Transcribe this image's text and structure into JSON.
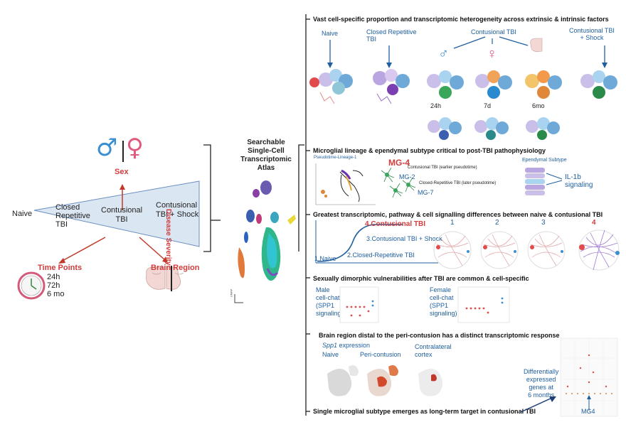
{
  "left": {
    "sex_label": "Sex",
    "sex_male_symbol": "♂",
    "sex_female_symbol": "♀",
    "severity": {
      "naive": "Naive",
      "closed_repetitive": "Closed\nRepetitive\nTBI",
      "contusional": "Contusional\nTBI",
      "contusional_shock": "Contusional\nTBI + Shock",
      "axis_label": "Disease Severity"
    },
    "time_points": {
      "title": "Time Points",
      "values": [
        "24h",
        "72h",
        "6 mo"
      ]
    },
    "brain_region": {
      "title": "Brain Region"
    }
  },
  "atlas": {
    "title_lines": [
      "Searchable",
      "Single-Cell",
      "Transcriptomic",
      "Atlas"
    ],
    "umap_label": "UMAP"
  },
  "colors": {
    "accent_red": "#d23c3c",
    "accent_blue": "#1f5fa0",
    "severity_wedge": "#dbe6f3"
  },
  "sections": {
    "s1": {
      "title": "Vast cell-specific proportion and transcriptomic heterogeneity across extrinsic & intrinsic factors",
      "labels": [
        "Naive",
        "Closed Repetitive\nTBI",
        "Contusional TBI",
        "Contusional TBI\n+ Shock"
      ],
      "times": [
        "24h",
        "7d",
        "6mo"
      ]
    },
    "s2": {
      "title": "Microglial lineage & ependymal subtype critical to post-TBI pathophysiology",
      "pseudotime": "Pseudotime-Lineage-1",
      "mg4": "MG-4",
      "mg4_note": "Contusional TBI (earlier pseudotime)",
      "mg2": "MG-2",
      "mg2_note": "Closed-Repetitive TBI (later pseudotime)",
      "mg7": "MG-7",
      "ependymal": "Ependymal Subtype",
      "il1b": "IL-1b\nsignaling"
    },
    "s3": {
      "title": "Greatest transcriptomic, pathway & cell signalling differences  between naive & contusional TBI",
      "steps": [
        "4.Contusional TBI",
        "3.Contusional TBI + Shock",
        "2.Closed-Repetitive TBI",
        "1.Naive"
      ],
      "panel_numbers": [
        "1",
        "2",
        "3",
        "4"
      ]
    },
    "s4": {
      "title": "Sexually dimorphic vulnerabilities after TBI are common & cell-specific",
      "male": "Male\ncell-chat\n(SPP1\nsignaling)",
      "female": "Female\ncell-chat\n(SPP1\nsignaling)"
    },
    "s5": {
      "title": "Brain region distal to the peri-contusion has a distinct transcriptomic response",
      "spp1": "Spp1",
      "spp1_suffix": " expression",
      "naive": "Naive",
      "peri": "Peri-contusion",
      "contra": "Contralateral\ncortex",
      "deg": "Differentially\nexpressed\ngenes at\n6 months",
      "mg4": "MG4"
    },
    "s6": {
      "title": "Single microglial subtype emerges as long-term target in contusional TBI"
    }
  }
}
